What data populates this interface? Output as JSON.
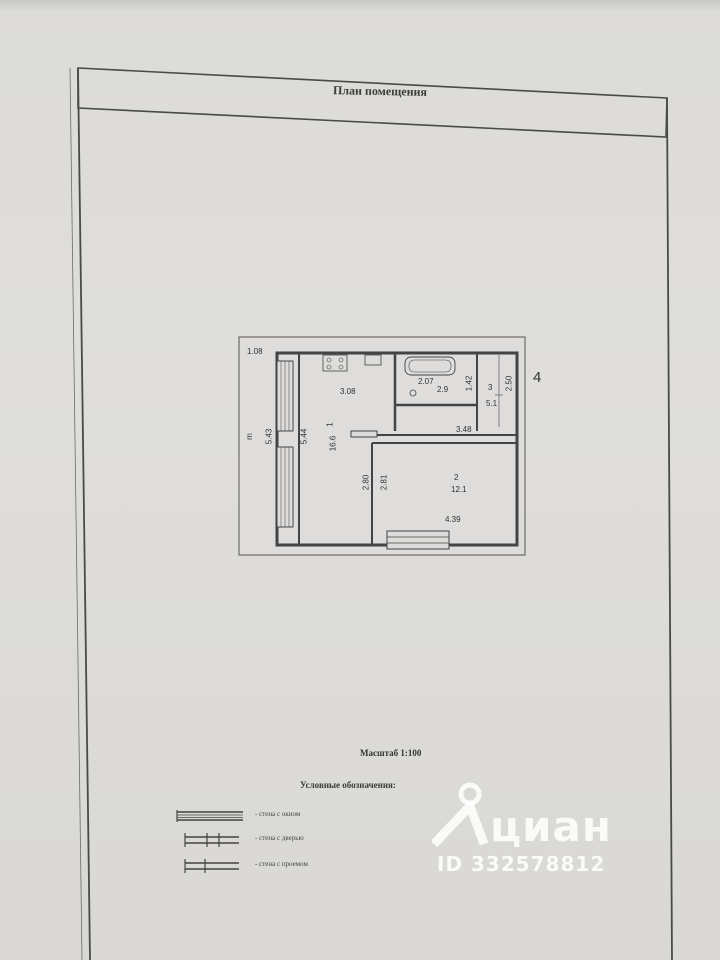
{
  "document": {
    "title": "План помещения",
    "scale": "Масштаб 1:100",
    "legend_title": "Условные обозначения:",
    "legend": [
      {
        "label": "- стена с окном"
      },
      {
        "label": "- стена с дверью"
      },
      {
        "label": "- стена с проемом"
      }
    ]
  },
  "plan": {
    "dimensions": {
      "top_left": "1.08",
      "kitchen_width": "3.08",
      "bath_width": "2.07",
      "bath_height": "1.42",
      "bath_area": "2.9",
      "toilet_height": "2.50",
      "toilet_area": "5.1",
      "corridor_len": "3.48",
      "left_height_a": "5.43",
      "left_height_b": "5.44",
      "door_a": "2.80",
      "door_b": "2.81",
      "room_width": "4.39"
    },
    "rooms": {
      "kitchen_num": "1",
      "kitchen_area": "16.6",
      "room_num": "2",
      "room_area": "12.1",
      "toilet_num": "3",
      "annex": "4",
      "side_mark": "m"
    }
  },
  "watermark": {
    "brand": "циан",
    "id": "ID 332578812"
  }
}
